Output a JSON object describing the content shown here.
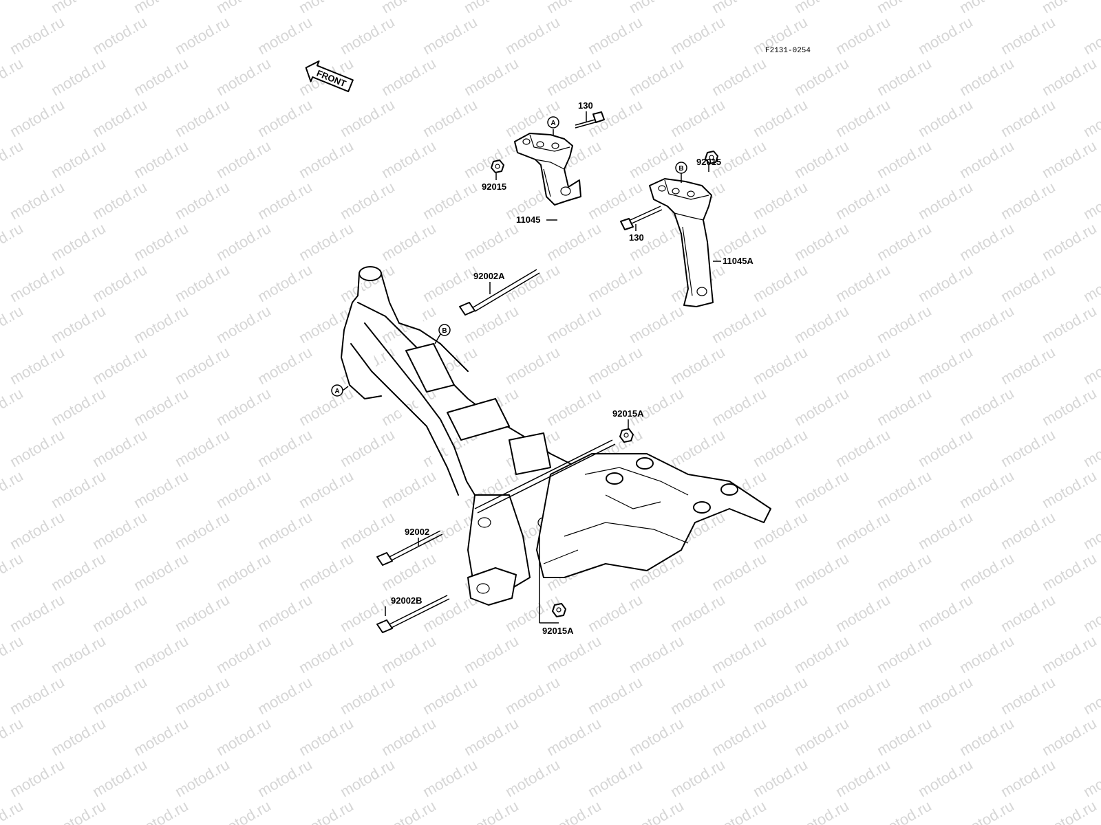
{
  "diagram": {
    "reference_code": "F2131-0254",
    "direction_label": "FRONT",
    "watermark_text": "motod.ru",
    "callouts": [
      {
        "id": "A_top",
        "letter": "A"
      },
      {
        "id": "B_top",
        "letter": "B"
      },
      {
        "id": "B_frame",
        "letter": "B"
      },
      {
        "id": "A_frame",
        "letter": "A"
      }
    ],
    "part_labels": {
      "p130_top": "130",
      "p92015_left": "92015",
      "p11045": "11045",
      "p92015_right": "92015",
      "p130_right": "130",
      "p11045A": "11045A",
      "p92002A": "92002A",
      "p92015A_top": "92015A",
      "p92002": "92002",
      "p92002B": "92002B",
      "p92015A_bottom": "92015A"
    }
  }
}
